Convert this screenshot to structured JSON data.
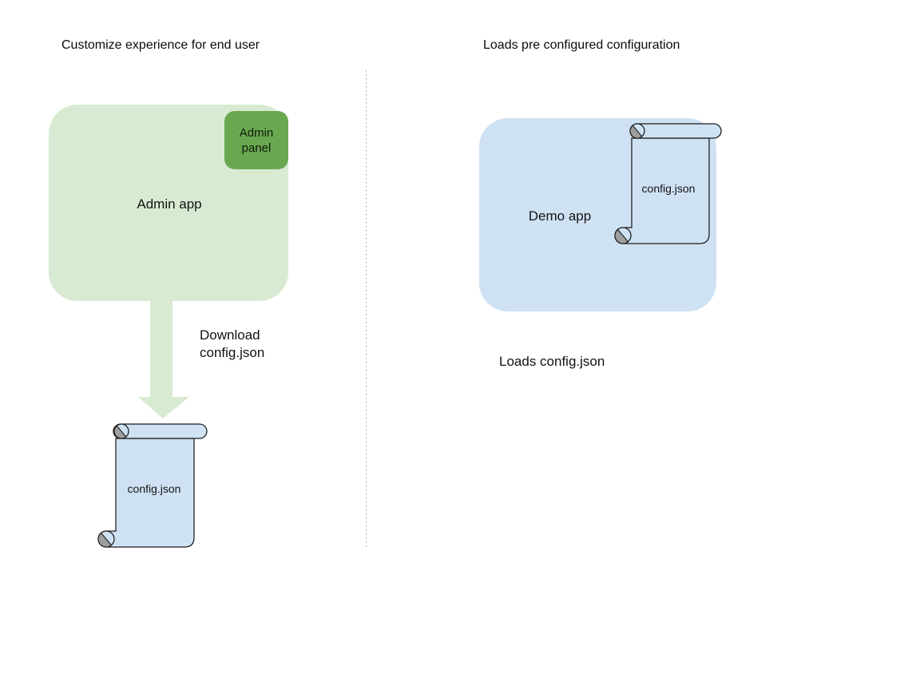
{
  "canvas": {
    "background": "#ffffff"
  },
  "colors": {
    "light_green": "#d9ead3",
    "green": "#6aa84f",
    "light_blue": "#cfe2f3",
    "outline": "#1a1a1a",
    "curl_gray": "#9e9e9e",
    "divider_gray": "#999999"
  },
  "left": {
    "title": "Customize experience for end user",
    "admin_app_label": "Admin app",
    "admin_panel_label": "Admin panel",
    "download_label": "Download\nconfig.json",
    "config_file_label": "config.json"
  },
  "right": {
    "title": "Loads pre configured configuration",
    "demo_app_label": "Demo app",
    "config_file_label": "config.json",
    "caption": "Loads config.json"
  }
}
